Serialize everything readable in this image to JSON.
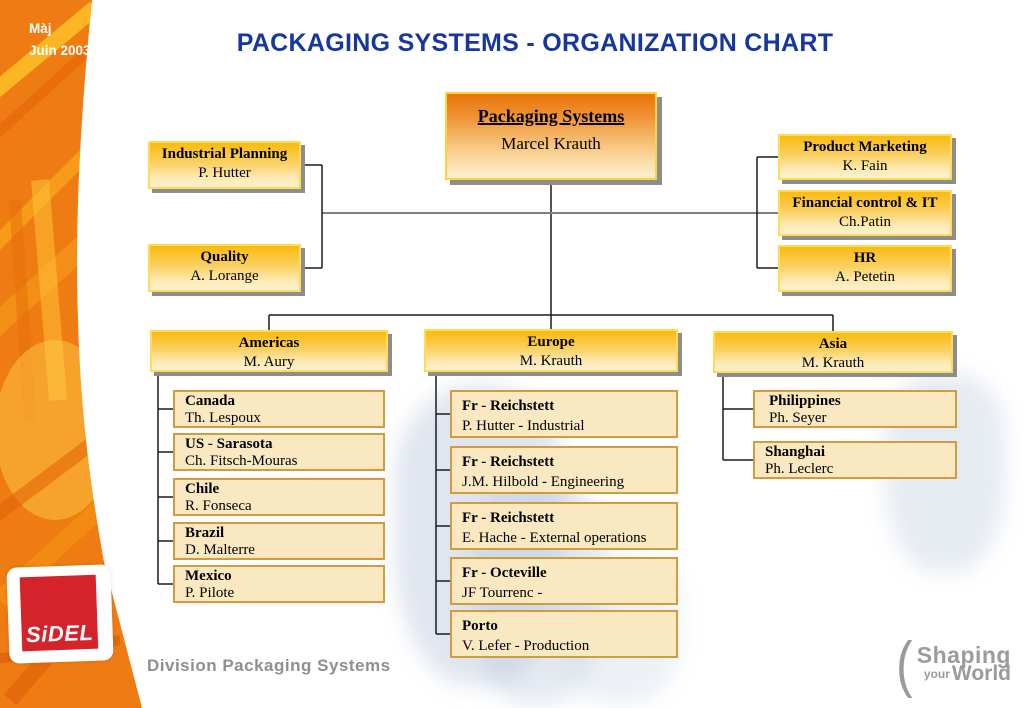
{
  "sidebar": {
    "date_label": "Màj",
    "date_value": "Juin 2003",
    "logo_text": "SiDEL"
  },
  "header": {
    "title": "PACKAGING SYSTEMS - ORGANIZATION CHART"
  },
  "footer": {
    "division_label": "Division Packaging Systems",
    "tagline": {
      "paren": "(",
      "line1": "Shaping",
      "line2_small": "your",
      "line2_big": "World"
    }
  },
  "org_chart": {
    "root": {
      "title": "Packaging Systems",
      "name": "Marcel Krauth"
    },
    "staff_left": [
      {
        "title": "Industrial Planning",
        "name": "P. Hutter"
      },
      {
        "title": "Quality",
        "name": "A. Lorange"
      }
    ],
    "staff_right": [
      {
        "title": "Product Marketing",
        "name": "K. Fain"
      },
      {
        "title": "Financial control & IT",
        "name": "Ch.Patin"
      },
      {
        "title": "HR",
        "name": "A. Petetin"
      }
    ],
    "regions": [
      {
        "title": "Americas",
        "name": "M. Aury",
        "children": [
          {
            "title": "Canada",
            "name": "Th. Lespoux"
          },
          {
            "title": "US - Sarasota",
            "name": "Ch. Fitsch-Mouras"
          },
          {
            "title": "Chile",
            "name": "R. Fonseca"
          },
          {
            "title": "Brazil",
            "name": "D. Malterre"
          },
          {
            "title": "Mexico",
            "name": "P. Pilote"
          }
        ]
      },
      {
        "title": "Europe",
        "name": "M. Krauth",
        "children": [
          {
            "title": "Fr - Reichstett",
            "name": "P. Hutter - Industrial"
          },
          {
            "title": "Fr - Reichstett",
            "name": "J.M. Hilbold - Engineering"
          },
          {
            "title": "Fr - Reichstett",
            "name": "E. Hache - External operations"
          },
          {
            "title": "Fr - Octeville",
            "name": "JF Tourrenc -"
          },
          {
            "title": "Porto",
            "name": "V. Lefer - Production"
          }
        ]
      },
      {
        "title": "Asia",
        "name": "M. Krauth",
        "children": [
          {
            "title": "Philippines",
            "name": "Ph. Seyer"
          },
          {
            "title": "Shanghai",
            "name": "Ph. Leclerc"
          }
        ]
      }
    ]
  },
  "colors": {
    "title_blue": "#16379F",
    "sidel_red": "#D5232B",
    "sidebar_orange": "#EF7D12",
    "box_gradient_top": "#F9BB10",
    "box_gradient_bottom": "#FDF2CE",
    "root_gradient_top": "#E97409",
    "box_border_yellow": "#FFDB57",
    "child_fill": "#FAE8C1",
    "child_border": "#D09C3F",
    "footer_gray": "#8F8F8F",
    "connector_gray": "#7F7F7F"
  }
}
